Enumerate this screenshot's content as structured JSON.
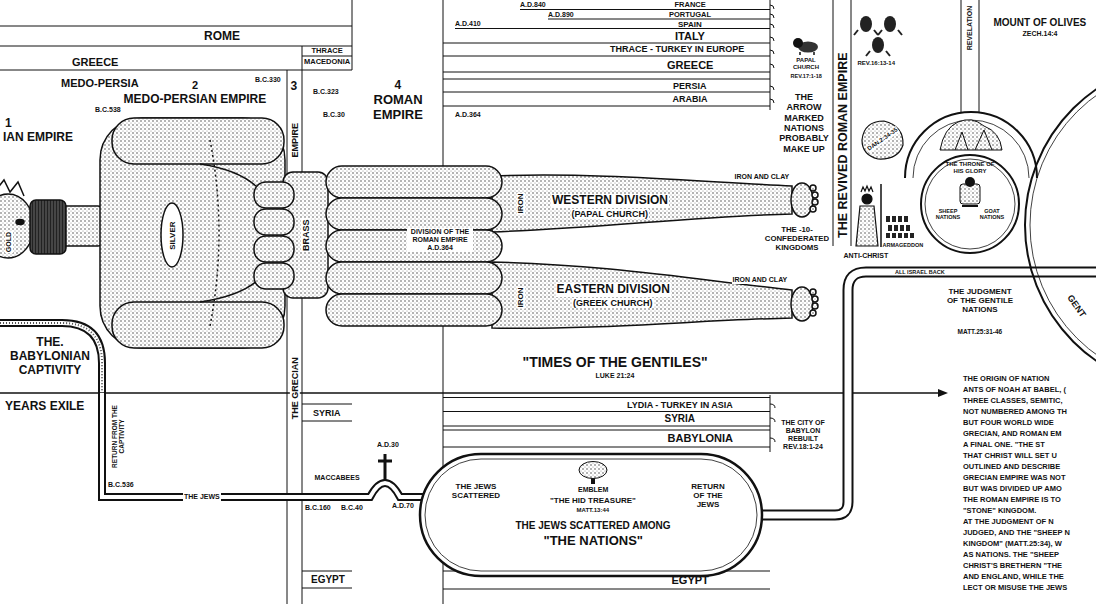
{
  "diagram": {
    "nodes": [
      {
        "text": [
          "THE THRONE OF HIS GLORY",
          "SHEEP NATIONS",
          "GOAT NATIONS"
        ]
      },
      {
        "text": [
          "THE. BABYLONIAN CAPTIVITY"
        ]
      },
      {
        "text": [
          "THE JEWS SCATTERED",
          "EMBLEM",
          "\"THE HID TREASURE\"",
          "MATT.13:44",
          "THE JEWS SCATTERED AMONG",
          "\"THE NATIONS\"",
          "RETURN OF THE JEWS"
        ]
      }
    ],
    "edges": [
      {
        "from": 1,
        "to": 2,
        "arrow": "none",
        "label": "THE JEWS"
      }
    ],
    "labels": [
      "A.D.840",
      "FRANCE",
      "A.D.890",
      "PORTUGAL",
      "A.D.410",
      "SPAIN",
      "ITALY",
      "THRACE - TURKEY IN EUROPE",
      "GREECE",
      "PERSIA",
      "ARABIA",
      "ROME",
      "GREECE",
      "THRACE",
      "MACEDONIA",
      "MEDO-PERSIA",
      "B.C.330",
      "2",
      "MEDO-PERSIAN EMPIRE",
      "3",
      "B.C.323",
      "4",
      "ROMAN",
      "EMPIRE",
      "B.C.30",
      "A.D.364",
      "B.C.538",
      "1",
      "IAN EMPIRE",
      "EMPIRE",
      "GOLD",
      "SILVER",
      "BRASS",
      "IRON",
      "WESTERN DIVISION",
      "(PAPAL CHURCH)",
      "DIVISION OF THE ROMAN EMPIRE A.D.364",
      "IRON AND CLAY",
      "IRON",
      "EASTERN DIVISION",
      "(GREEK CHURCH)",
      "IRON AND CLAY",
      "PAPAL CHURCH",
      "REV.17:1-18",
      "THE ARROW MARKED NATIONS PROBABLY MAKE UP",
      "THE -10- CONFEDERATED KINGDOMS",
      "THE REVIVED ROMAN EMPIRE",
      "REV.16:13-14",
      "REVELATION",
      "MOUNT OF OLIVES",
      "ZECH.14:4",
      "DAN.2:34-35",
      "ANTI-CHRIST",
      "ARMAGEDDON",
      "ALL ISRAEL BACK",
      "THE JUDGMENT OF THE GENTILE NATIONS",
      "MATT.25:31-46",
      "GENT",
      "YEARS EXILE",
      "RETURN FROM THE CAPTIVITY",
      "THE GRECIAN",
      "SYRIA",
      "\"TIMES OF THE GENTILES\"",
      "LUKE 21:24",
      "LYDIA - TURKEY IN ASIA",
      "SYRIA",
      "BABYLONIA",
      "THE CITY OF BABYLON REBUILT REV.18:1-24",
      "B.C.536",
      "MACCABEES",
      "A.D.30",
      "B.C.160",
      "B.C.40",
      "A.D.70",
      "EGYPT",
      "EGYPT",
      "THE ORIGIN OF NATION",
      "ANTS OF NOAH AT BABEL, (",
      "THREE CLASSES, SEMITIC,",
      "NOT NUMBERED AMONG TH",
      "BUT FOUR WORLD WIDE",
      "GRECIAN, AND ROMAN EM",
      "A FINAL ONE. \"THE ST",
      "THAT CHRIST WILL SET U",
      "OUTLINED AND DESCRIBE",
      "GRECIAN EMPIRE WAS NOT",
      "BUT WAS DIVIDED UP AMO",
      "THE ROMAN EMPIRE IS TO",
      "\"STONE\" KINGDOM.",
      "AT THE JUDGMENT OF N",
      "JUDGED, AND THE \"SHEEP N",
      "KINGDOM\" (MATT.25:34), W",
      "AS NATIONS. THE \"SHEEP",
      "CHRIST'S BRETHERN \"THE",
      "AND ENGLAND, WHILE THE",
      "LECT OR MISUSE THE JEWS"
    ]
  }
}
